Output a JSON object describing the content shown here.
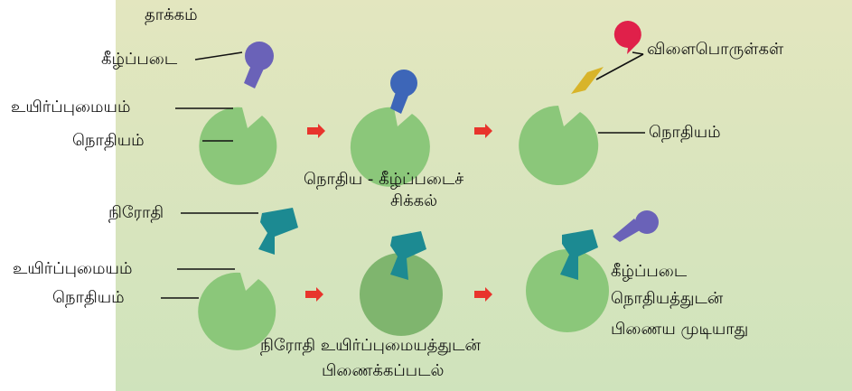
{
  "figure": {
    "colors": {
      "panel_top": "#e3e6bf",
      "panel_bottom": "#cfe3bc",
      "enzyme": "#8bc77a",
      "substrate": "#6a62b8",
      "substrate_blue": "#3d66b8",
      "inhibitor": "#1c8a92",
      "product_red": "#e0204a",
      "product_yellow": "#d8b42a",
      "arrow": "#e8342c",
      "leader": "#111111"
    },
    "top_row": {
      "title": "தாக்கம்",
      "substrate_label": "கீழ்ப்படை",
      "active_site_label": "உயிர்ப்புமையம்",
      "enzyme_label": "நொதியம்",
      "complex_label_line1": "நொதிய  -  கீழ்ப்படைச்",
      "complex_label_line2": "சிக்கல்",
      "products_label": "விளைபொருள்கள்",
      "enzyme_label_right": "நொதியம்"
    },
    "bottom_row": {
      "inhibitor_label": "நிரோதி",
      "active_site_label": "உயிர்ப்புமையம்",
      "enzyme_label": "நொதியம்",
      "binding_label_line1": "நிரோதி  உயிர்ப்புமையத்துடன்",
      "binding_label_line2": "பிணைக்கப்படல்",
      "result_line1": "கீழ்ப்படை",
      "result_line2": "நொதியத்துடன்",
      "result_line3": "பிணைய  முடியாது"
    }
  }
}
